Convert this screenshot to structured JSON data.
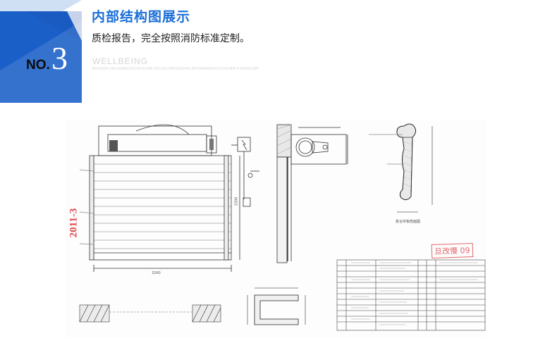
{
  "section": {
    "badge_prefix": "NO.",
    "badge_number": "3",
    "title": "内部结构图展示",
    "subtitle": "质检报告，完全按照消防标准定制。",
    "brand": "WELLBEING",
    "brand_sub": "BHJDGFJHCGWHJXCGVXJHFJKCGVJDFGXOHVJFXSWHDXVJXYHJDFXXNVHJDF"
  },
  "drawing": {
    "year_mark": "2011-3",
    "stamp_text": "旦改慢 09",
    "profile_caption": "复合帘板剖面图",
    "width_dim": "3260",
    "height_dim": "3200",
    "colors": {
      "accent": "#1a6fd8",
      "badge_dark": "#1a5fc8",
      "badge_light": "#cfe0f5",
      "red_mark": "#e24a50"
    }
  }
}
